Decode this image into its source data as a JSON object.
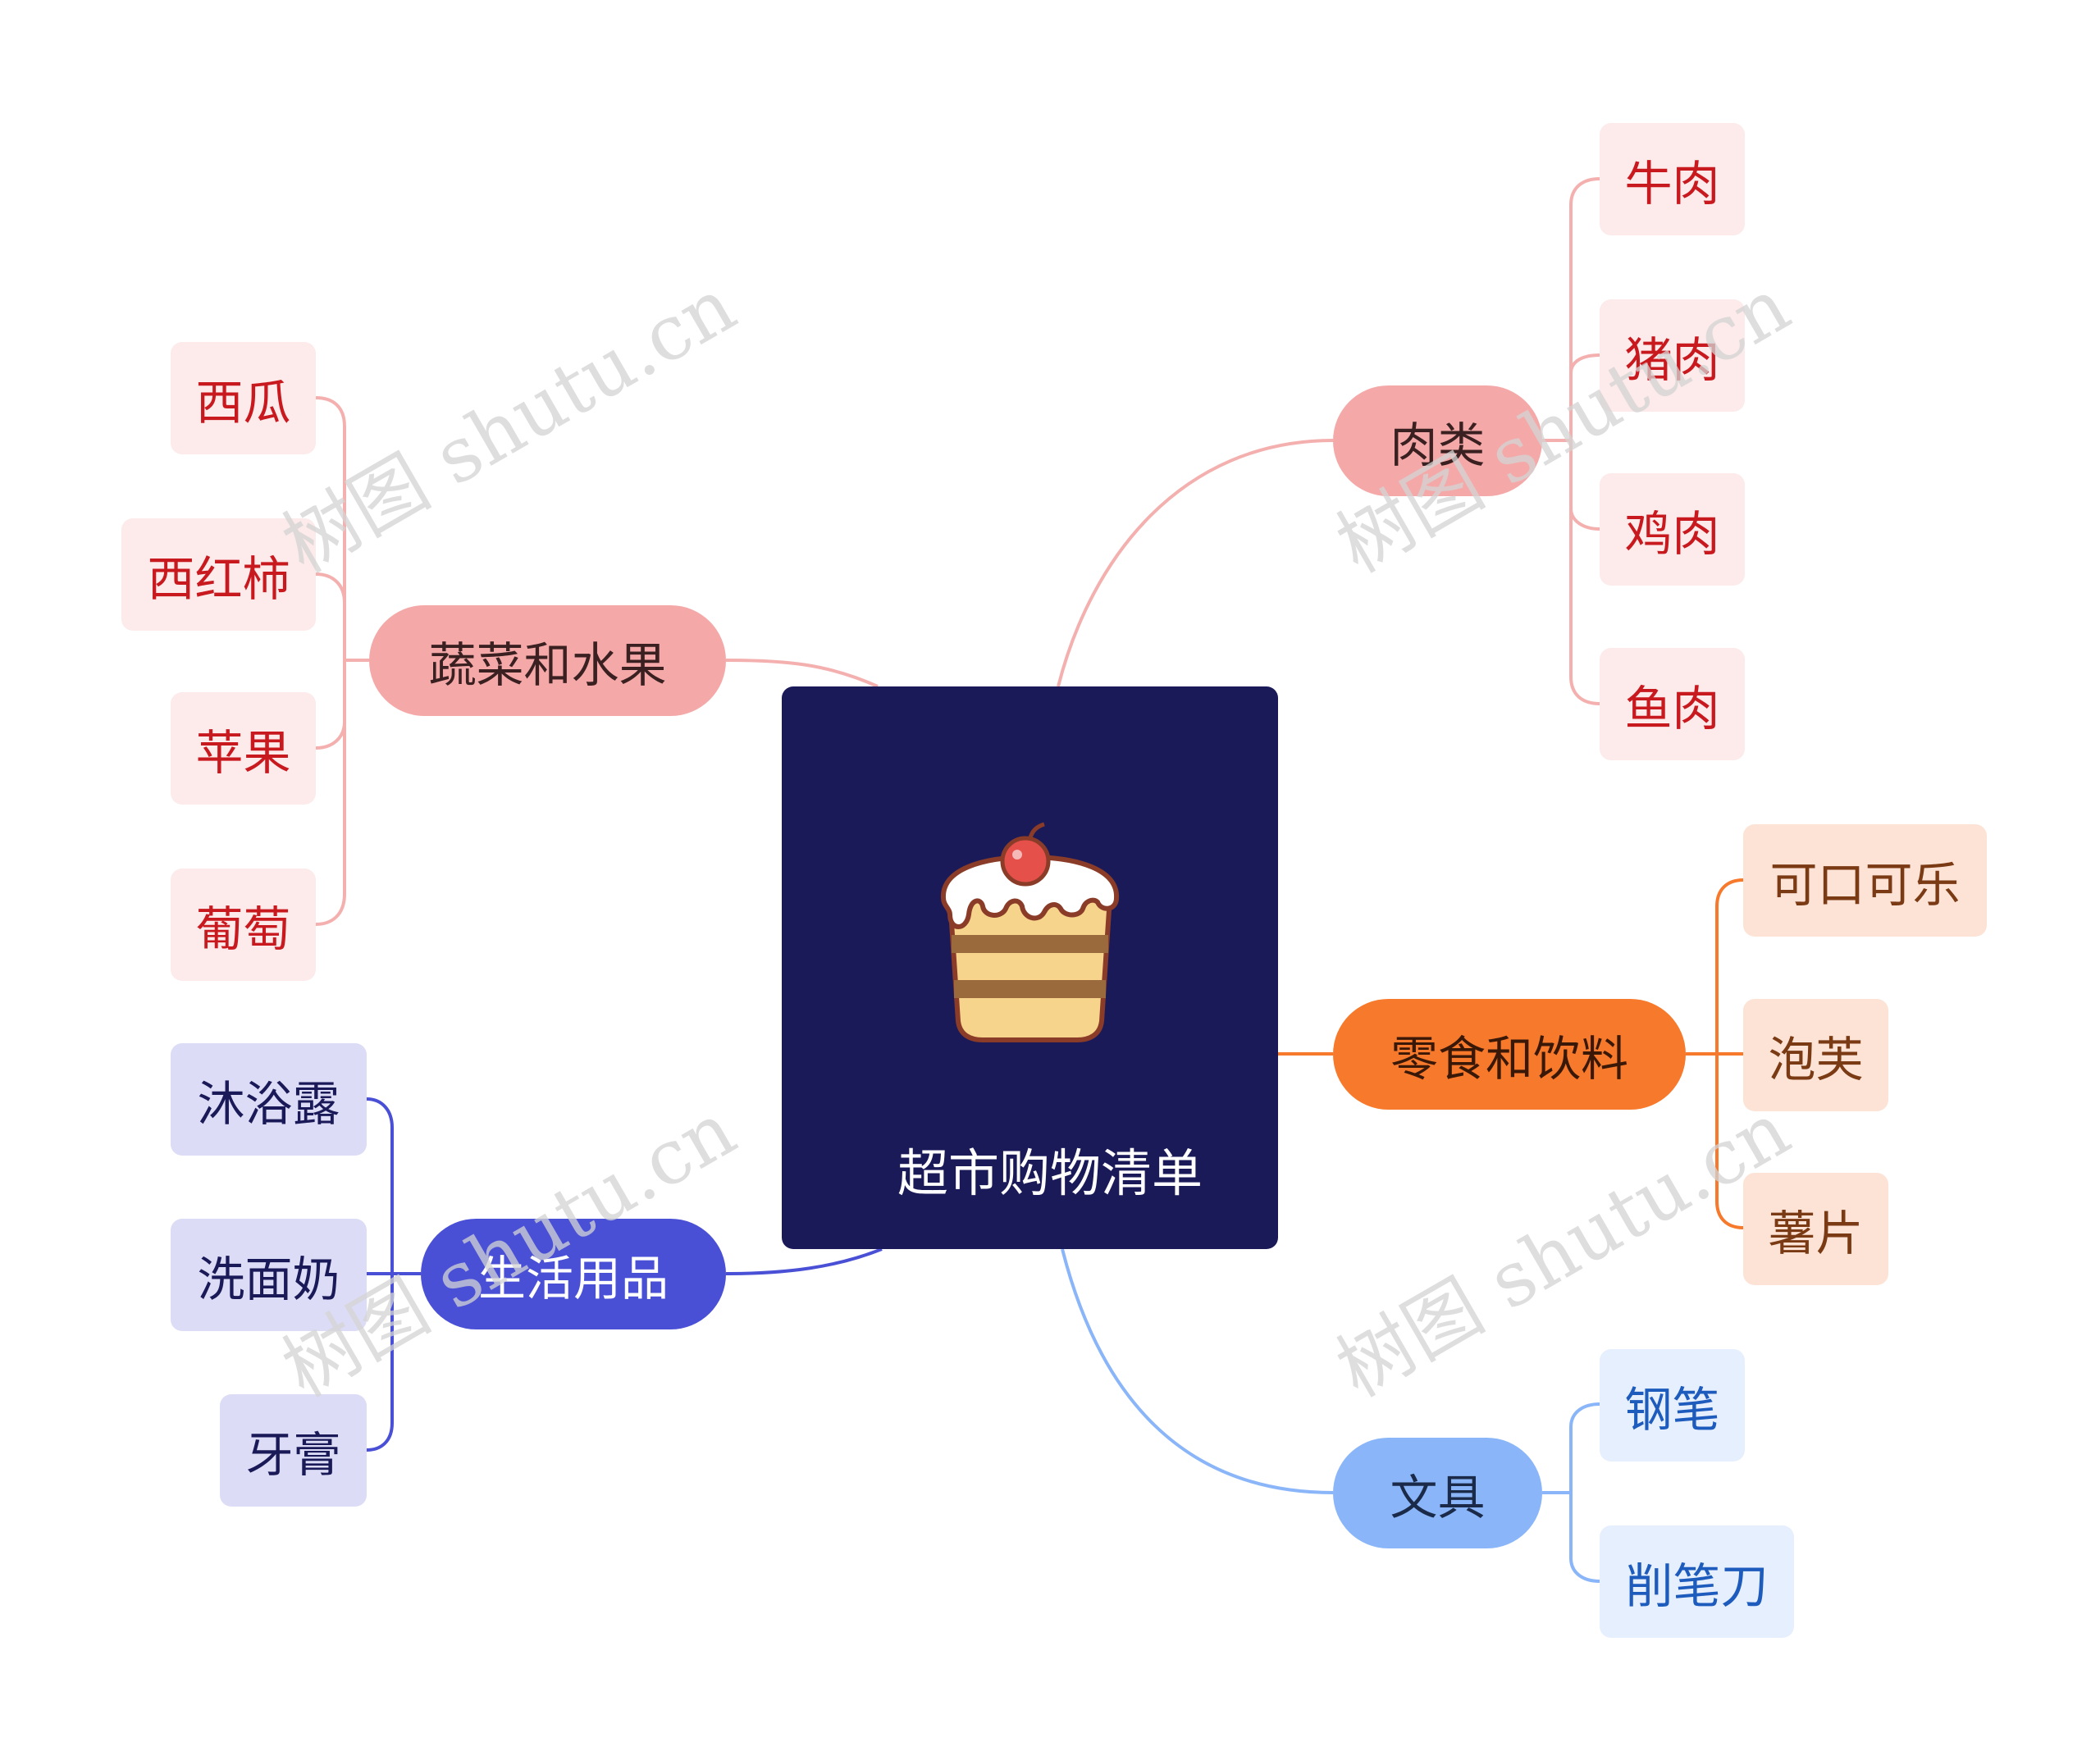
{
  "center": {
    "title": "超市购物清单",
    "icon": "cake-icon"
  },
  "branches": {
    "veg": {
      "label": "蔬菜和水果",
      "color": "#f4a9a8",
      "leaves": [
        "西瓜",
        "西红柿",
        "苹果",
        "葡萄"
      ]
    },
    "meat": {
      "label": "肉类",
      "color": "#f4a9a8",
      "leaves": [
        "牛肉",
        "猪肉",
        "鸡肉",
        "鱼肉"
      ]
    },
    "snack": {
      "label": "零食和饮料",
      "color": "#f7792b",
      "leaves": [
        "可口可乐",
        "泡芙",
        "薯片"
      ]
    },
    "daily": {
      "label": "生活用品",
      "color": "#4a50d6",
      "leaves": [
        "沐浴露",
        "洗面奶",
        "牙膏"
      ]
    },
    "stationery": {
      "label": "文具",
      "color": "#8ab6f9",
      "leaves": [
        "钢笔",
        "削笔刀"
      ]
    }
  },
  "watermark": "树图 shutu.cn"
}
